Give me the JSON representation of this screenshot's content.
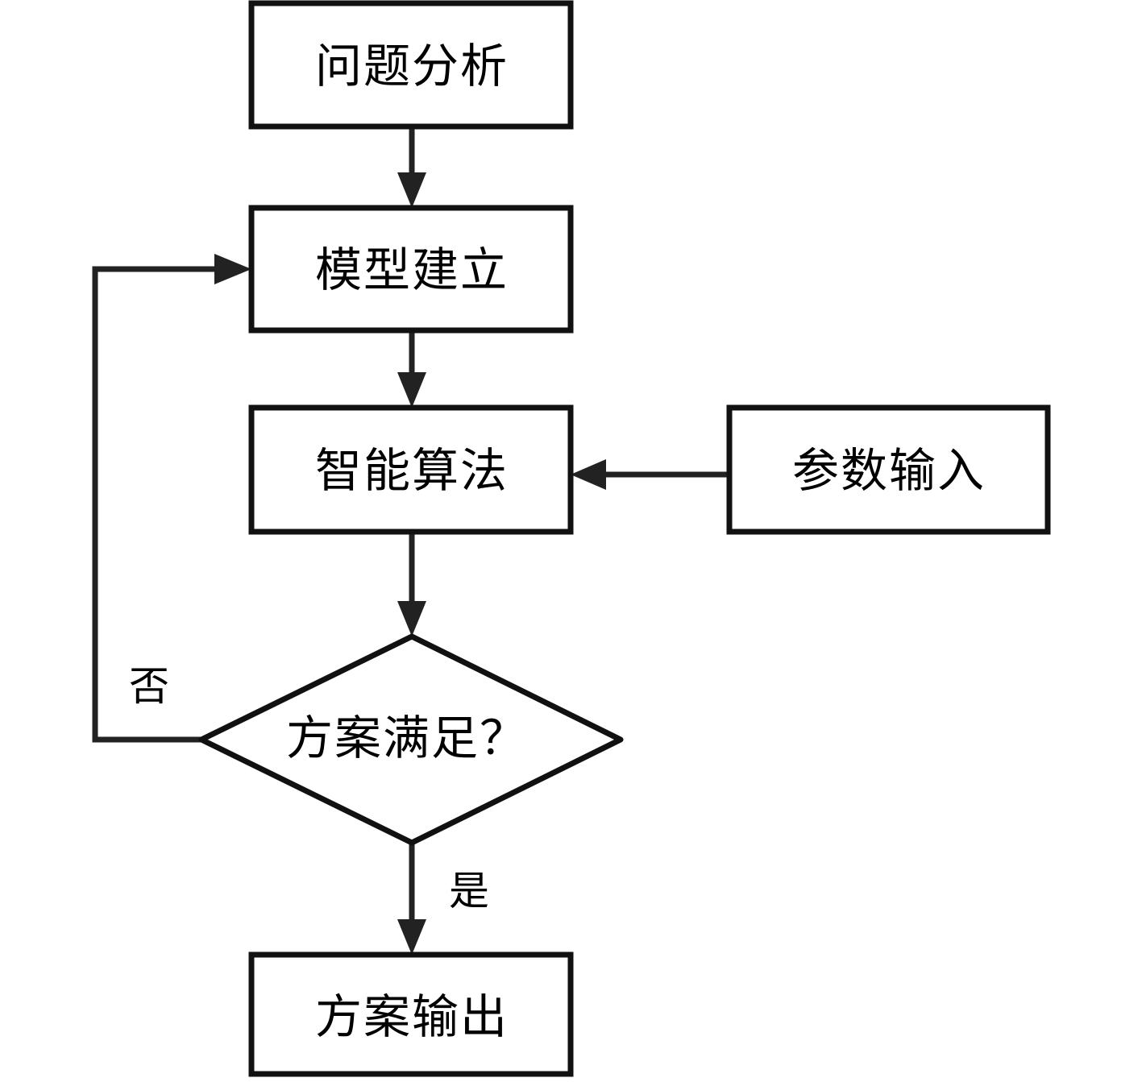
{
  "diagram": {
    "title": "",
    "type": "flowchart",
    "orientation": "top-to-bottom",
    "background_color": "#ffffff",
    "line_color": "#222222",
    "text_color": "#000000",
    "nodes": [
      {
        "id": "problem-analysis",
        "label": "问题分析",
        "shape": "rectangle"
      },
      {
        "id": "model-building",
        "label": "模型建立",
        "shape": "rectangle"
      },
      {
        "id": "intelligent-algorithm",
        "label": "智能算法",
        "shape": "rectangle"
      },
      {
        "id": "parameter-input",
        "label": "参数输入",
        "shape": "rectangle"
      },
      {
        "id": "scheme-satisfied",
        "label": "方案满足？",
        "shape": "diamond"
      },
      {
        "id": "scheme-output",
        "label": "方案输出",
        "shape": "rectangle"
      }
    ],
    "edges": [
      {
        "id": "edge-problem-to-model",
        "from": "problem-analysis",
        "to": "model-building",
        "label": ""
      },
      {
        "id": "edge-model-to-algorithm",
        "from": "model-building",
        "to": "intelligent-algorithm",
        "label": ""
      },
      {
        "id": "edge-param-to-algorithm",
        "from": "parameter-input",
        "to": "intelligent-algorithm",
        "label": ""
      },
      {
        "id": "edge-algorithm-to-decision",
        "from": "intelligent-algorithm",
        "to": "scheme-satisfied",
        "label": ""
      },
      {
        "id": "edge-decision-no-to-model",
        "from": "scheme-satisfied",
        "to": "model-building",
        "label": "否"
      },
      {
        "id": "edge-decision-yes-to-output",
        "from": "scheme-satisfied",
        "to": "scheme-output",
        "label": "是"
      }
    ],
    "labels": {
      "no_branch": "否",
      "yes_branch": "是"
    }
  }
}
